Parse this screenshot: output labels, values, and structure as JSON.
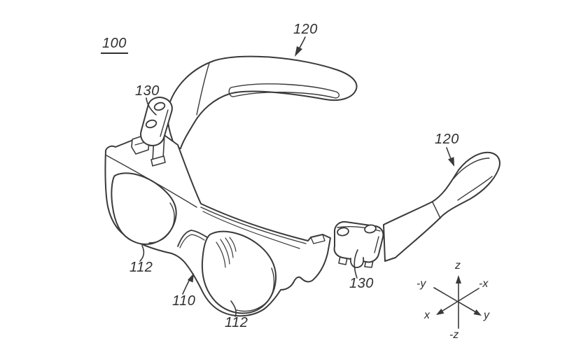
{
  "figure": {
    "background": "#ffffff",
    "line_color": "#3a3a3a",
    "reference_labels": {
      "assembly": "100",
      "left_temple": "120",
      "right_temple": "120",
      "left_hinge": "130",
      "right_hinge": "130",
      "frame": "110",
      "left_lens": "112",
      "right_lens": "112"
    },
    "axes": {
      "up": "z",
      "down": "-z",
      "lower_left": "x",
      "upper_right": "-x",
      "lower_right": "y",
      "upper_left": "-y"
    }
  }
}
